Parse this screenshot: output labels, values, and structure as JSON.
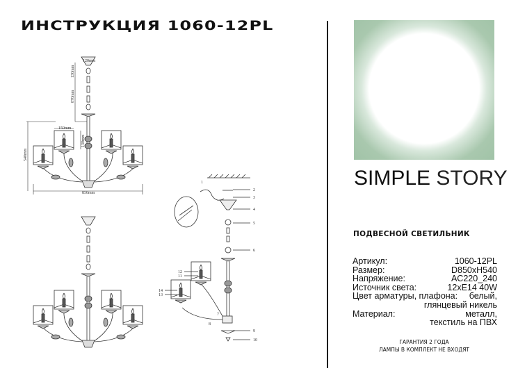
{
  "header": {
    "title": "ИНСТРУКЦИЯ 1060-12PL"
  },
  "brand": {
    "name_bold": "SIMPLE",
    "name_light": "STORY",
    "logo_color": "#a3c4a9"
  },
  "product": {
    "type": "ПОДВЕСНОЙ СВЕТИЛЬНИК",
    "specs": [
      {
        "label": "Артикул:",
        "value": "1060-12PL"
      },
      {
        "label": "Размер:",
        "value": "D850xH540"
      },
      {
        "label": "Напряжение:",
        "value": "AC220_240"
      },
      {
        "label": "Источник света:",
        "value": "12xE14 40W"
      },
      {
        "label": "Цвет арматуры, плафона:",
        "value": "белый,",
        "value2": "глянцевый никель"
      },
      {
        "label": "Материал:",
        "value": "металл,",
        "value2": "текстиль на ПВХ"
      }
    ],
    "warranty": "ГАРАНТИЯ 2 ГОДА",
    "note": "ЛАМПЫ В КОМПЛЕКТ НЕ ВХОДЯТ"
  },
  "dimensions": {
    "canopy": "120mm",
    "canopy_height": "130mm",
    "chain": "870mm",
    "shade_width": "150mm",
    "shade_height": "130mm",
    "height": "540mm",
    "diameter": "850mm"
  },
  "parts": [
    "1",
    "2",
    "3",
    "4",
    "5",
    "6",
    "7",
    "8",
    "9",
    "10",
    "11",
    "12",
    "13",
    "14"
  ]
}
